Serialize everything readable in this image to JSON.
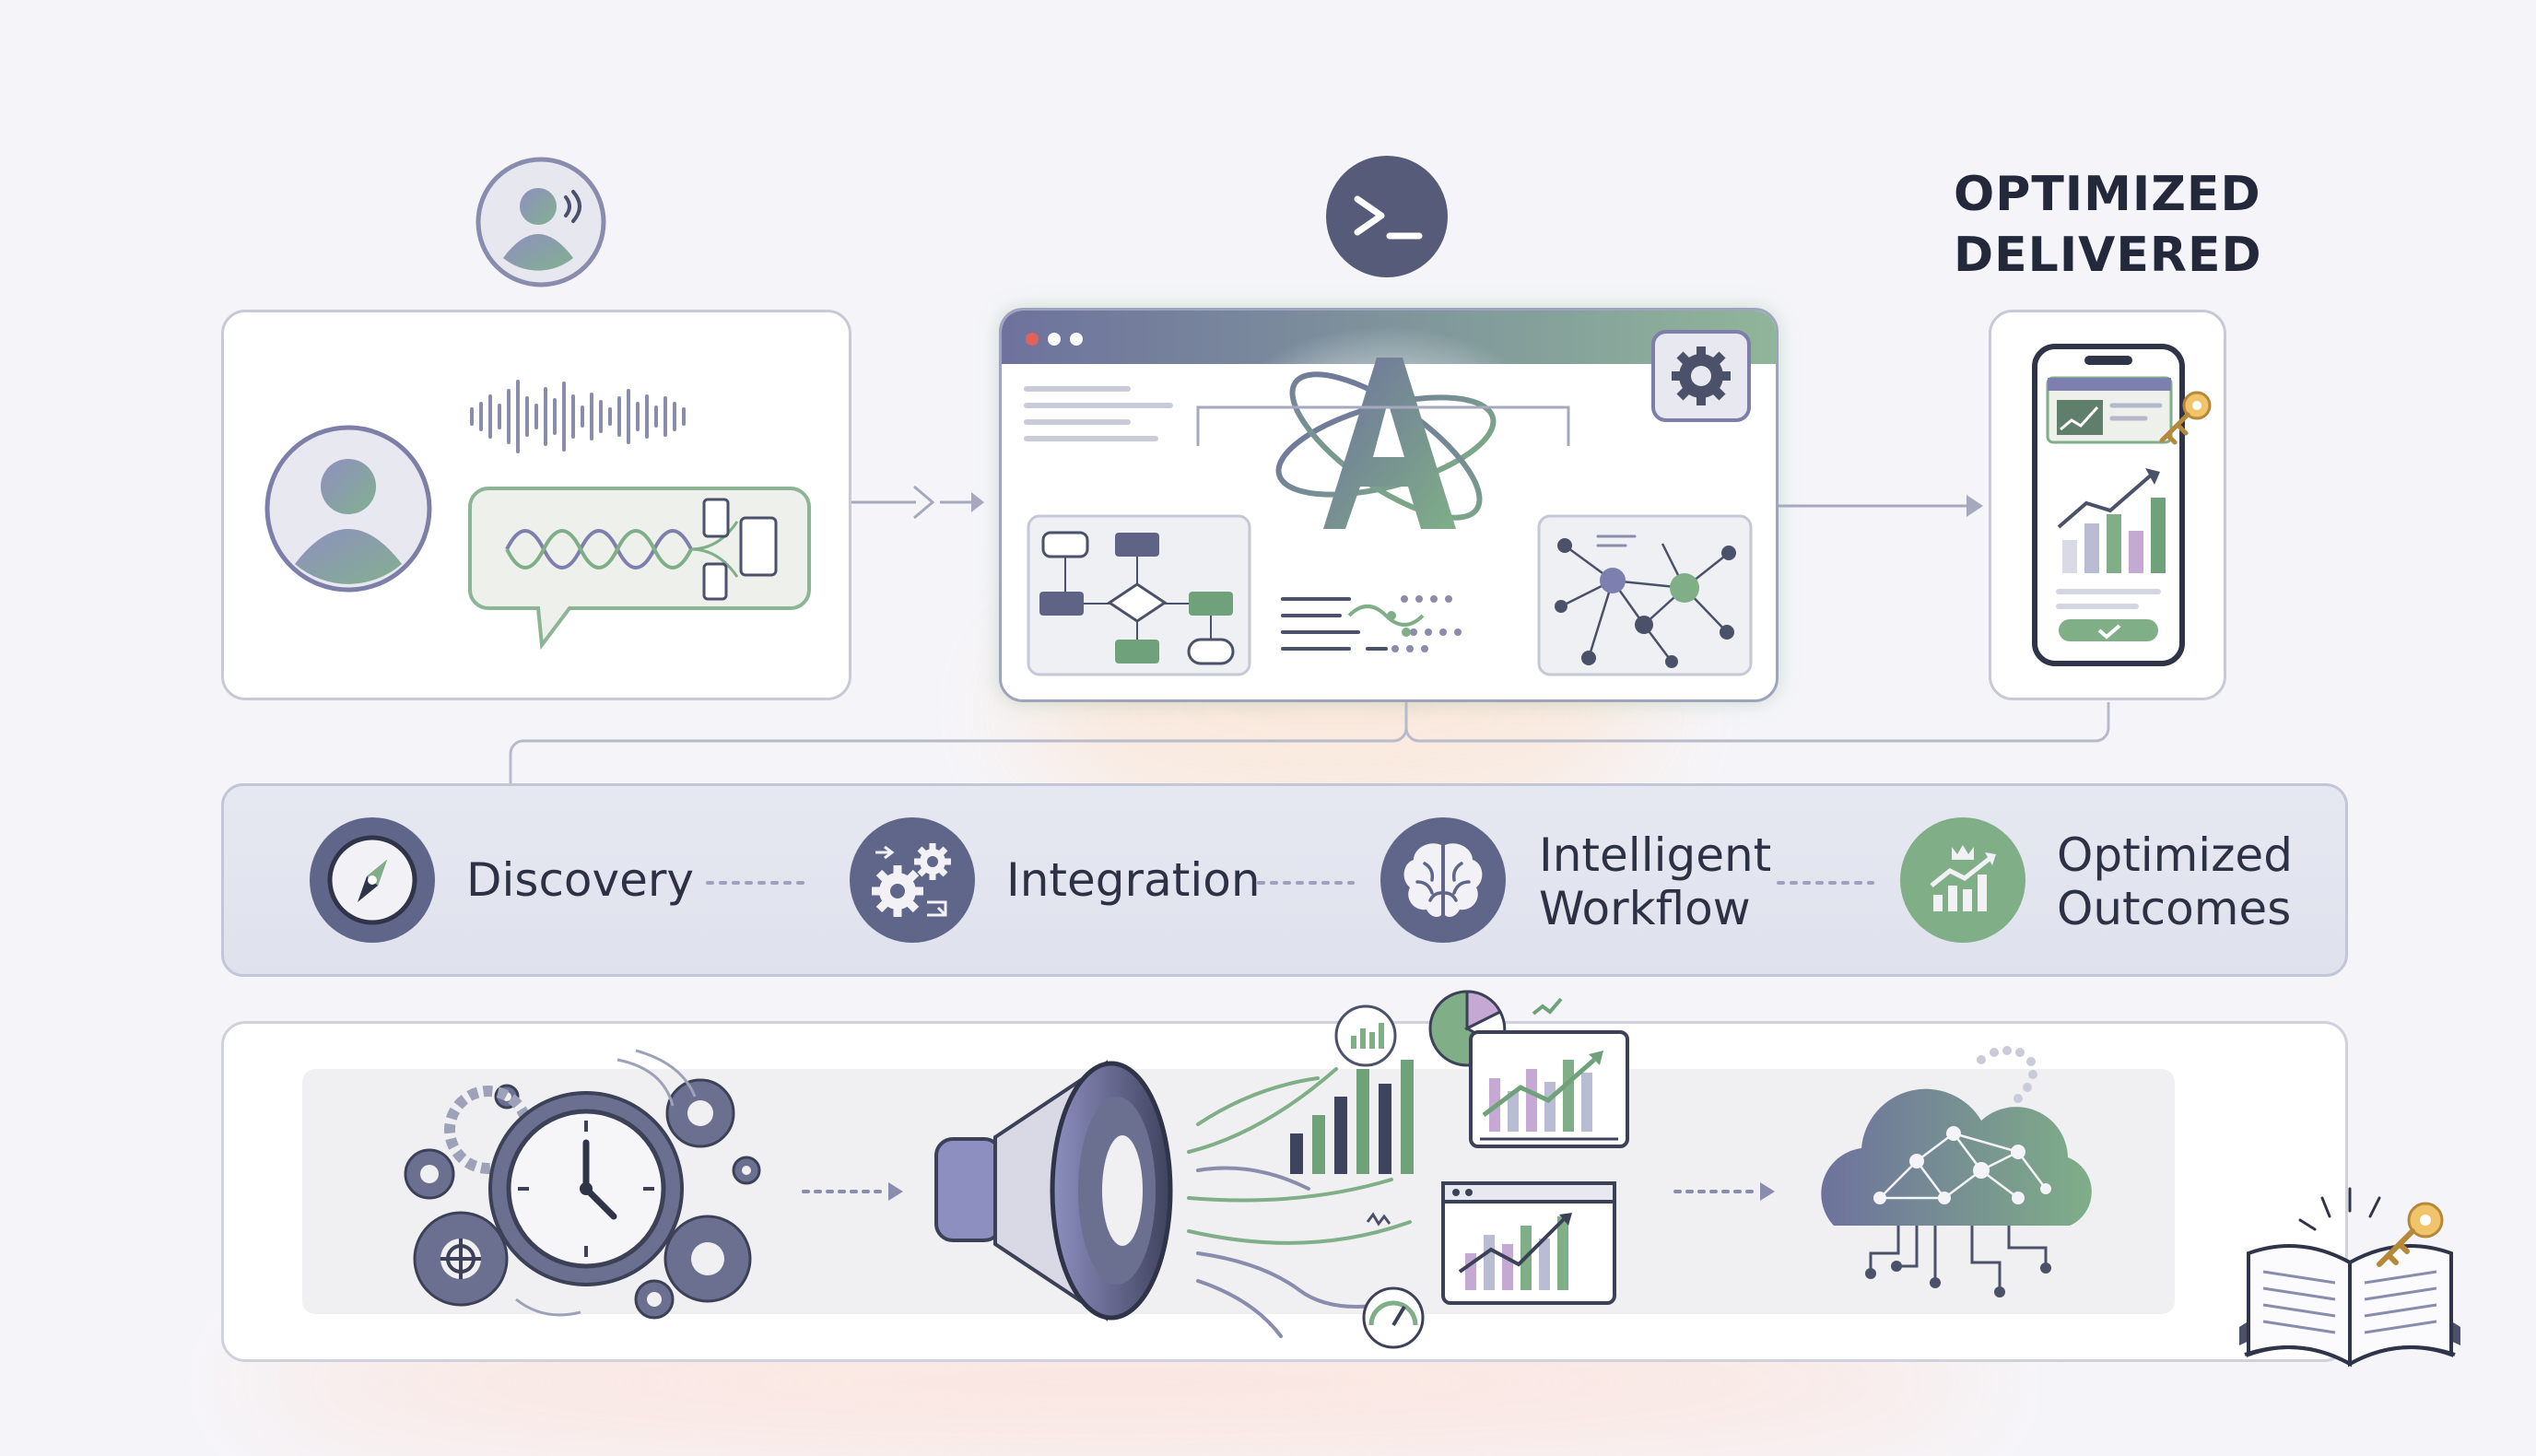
{
  "header": {
    "line1": "OPTIMIZED",
    "line2": "DELIVERED"
  },
  "steps": [
    {
      "label_line1": "Discovery",
      "label_line2": "",
      "icon": "compass-icon"
    },
    {
      "label_line1": "Integration",
      "label_line2": "",
      "icon": "gears-icon"
    },
    {
      "label_line1": "Intelligent",
      "label_line2": "Workflow",
      "icon": "brain-icon"
    },
    {
      "label_line1": "Optimized",
      "label_line2": "Outcomes",
      "icon": "growth-chart-icon"
    }
  ],
  "top_row": {
    "input_icon": "voice-user-icon",
    "process_icon": "terminal-icon",
    "center_logo_letter": "A",
    "output_icon": "mobile-dashboard-icon"
  },
  "bottom_row": {
    "icons": [
      "clock-gears-icon",
      "megaphone-icon",
      "analytics-charts-icon",
      "cloud-network-icon",
      "open-book-key-icon"
    ]
  },
  "colors": {
    "accent_green": "#7eae86",
    "accent_purple": "#7d7fae",
    "dark_slate": "#4b5169",
    "border": "#c7c9d6"
  }
}
